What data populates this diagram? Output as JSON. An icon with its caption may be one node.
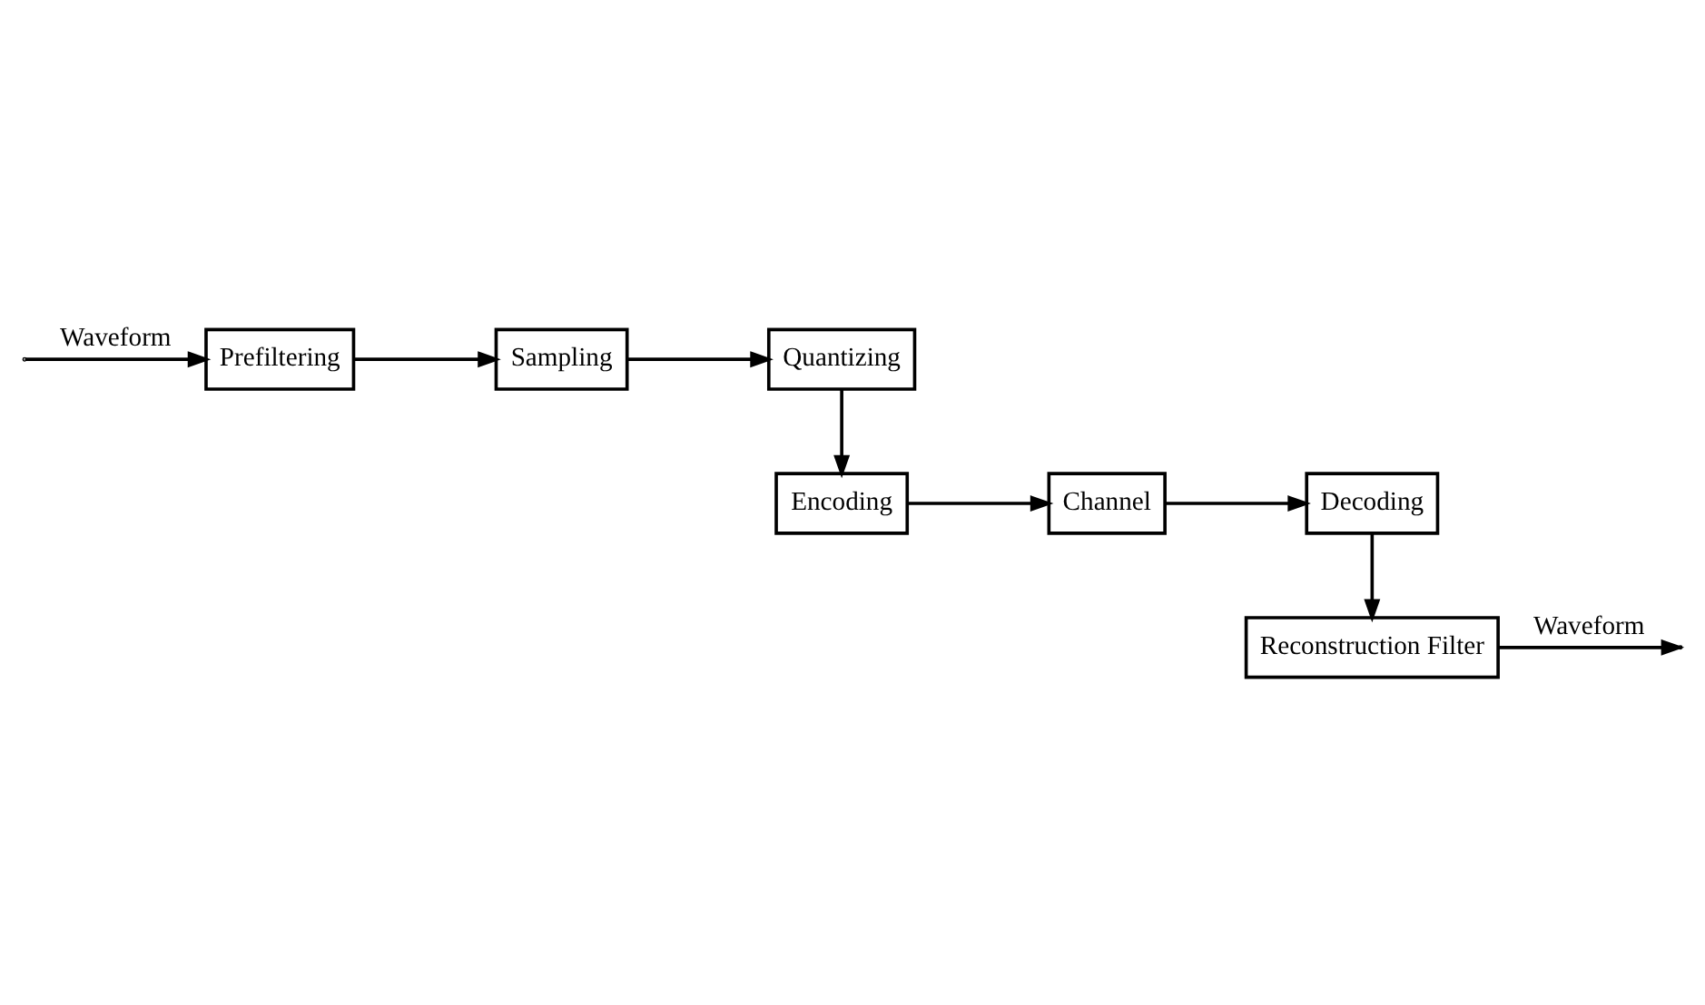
{
  "diagram": {
    "nodes": [
      {
        "text": [
          "Prefiltering"
        ]
      },
      {
        "text": [
          "Sampling"
        ]
      },
      {
        "text": [
          "Quantizing"
        ]
      },
      {
        "text": [
          "Encoding"
        ]
      },
      {
        "text": [
          "Channel"
        ]
      },
      {
        "text": [
          "Decoding"
        ]
      },
      {
        "text": [
          "Reconstruction Filter"
        ]
      }
    ],
    "edges": [
      {
        "from": null,
        "to": 0,
        "arrow": "to",
        "label": "Waveform"
      },
      {
        "from": 0,
        "to": 1,
        "arrow": "to"
      },
      {
        "from": 1,
        "to": 2,
        "arrow": "to"
      },
      {
        "from": 2,
        "to": 3,
        "arrow": "to"
      },
      {
        "from": 3,
        "to": 4,
        "arrow": "to"
      },
      {
        "from": 4,
        "to": 5,
        "arrow": "to"
      },
      {
        "from": 5,
        "to": 6,
        "arrow": "to"
      },
      {
        "from": 6,
        "to": null,
        "arrow": "to",
        "label": "Waveform"
      }
    ]
  }
}
